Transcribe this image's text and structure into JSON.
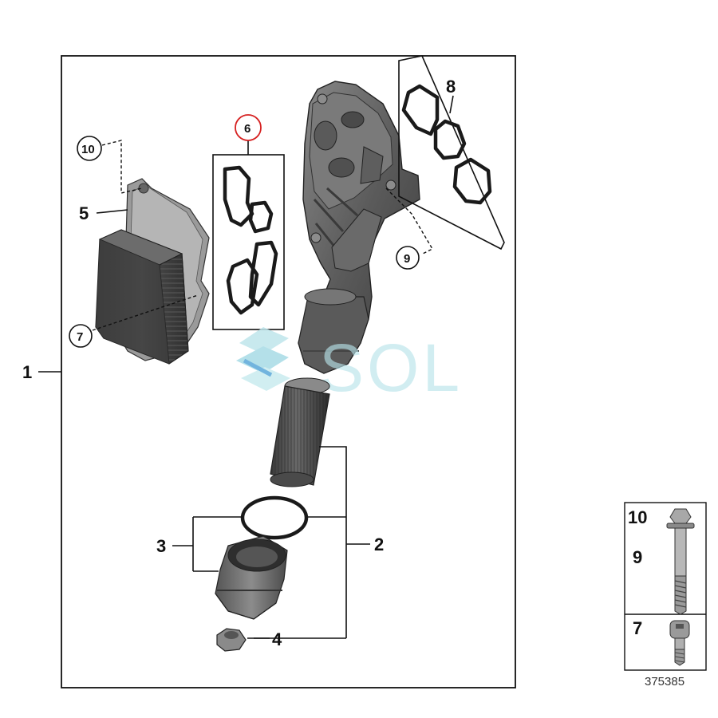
{
  "callouts": {
    "c1": "1",
    "c2": "2",
    "c3": "3",
    "c4": "4",
    "c5": "5",
    "c6": "6",
    "c7": "7",
    "c8": "8",
    "c9": "9",
    "c10": "10"
  },
  "watermark": "SOL",
  "bolt_table": {
    "top_labels": [
      "10",
      "9"
    ],
    "bottom_label": "7",
    "reference_number": "375385"
  },
  "colors": {
    "highlight_circle": "#d62020",
    "watermark": "#9fd8e2",
    "part_dark": "#3a3a3a",
    "part_mid": "#6b6b6b",
    "part_light": "#9a9a9a"
  }
}
